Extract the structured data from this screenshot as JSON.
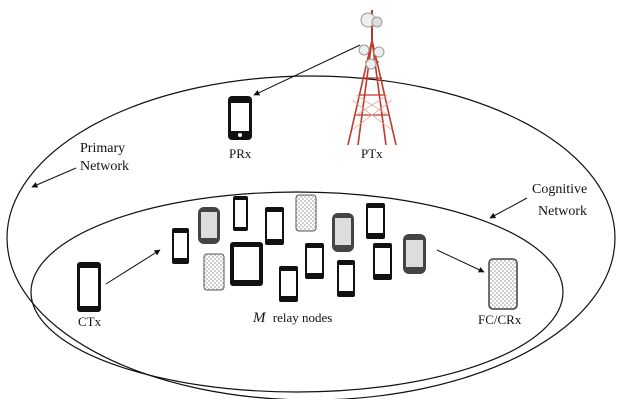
{
  "labels": {
    "primary_line1": "Primary",
    "primary_line2": "Network",
    "cognitive_line1": "Cognitive",
    "cognitive_line2": "Network",
    "prx": "PRx",
    "ptx": "PTx",
    "ctx": "CTx",
    "relay_M": "M",
    "relay_text": "relay nodes",
    "fc": "FC/CRx"
  },
  "colors": {
    "outline": "#111111",
    "tower_red": "#c0392b",
    "tower_white": "#ffffff",
    "phone_body": "#111111",
    "phone_grey": "#555555",
    "checker_dark": "#cfcfcf"
  },
  "icons": {
    "tower": "cell-tower-icon",
    "phone": "smartphone-icon",
    "tablet": "tablet-icon"
  }
}
